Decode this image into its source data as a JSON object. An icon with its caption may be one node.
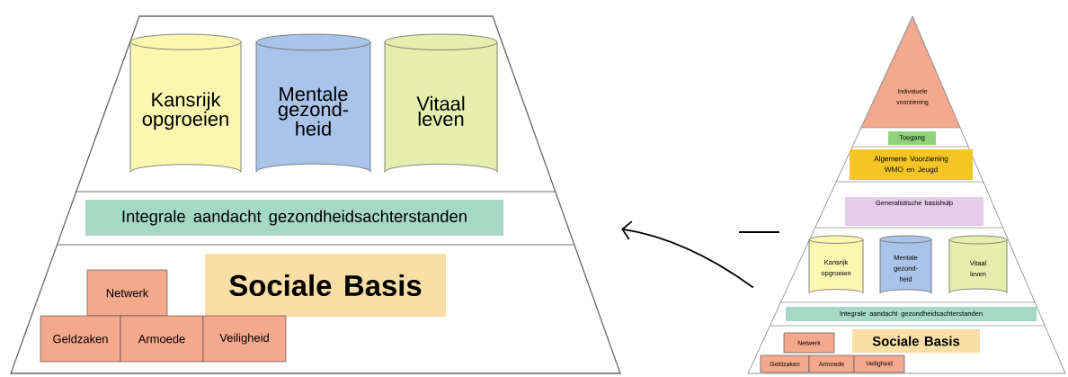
{
  "diagram": {
    "nodes": [
      {
        "text": [],
        "shape": "trapezoid"
      },
      {
        "text": [
          "Kansrijk opgroeien"
        ],
        "in": 0
      },
      {
        "text": [
          "Mentale gezond-heid"
        ],
        "in": 0
      },
      {
        "text": [
          "Vitaal leven"
        ],
        "in": 0
      },
      {
        "text": [
          "Integrale aandacht gezondheidsachterstanden"
        ],
        "in": 0
      },
      {
        "text": [
          "Sociale Basis"
        ],
        "in": 0
      },
      {
        "text": [
          "Netwerk"
        ],
        "in": 0
      },
      {
        "text": [
          "Geldzaken"
        ],
        "in": 0
      },
      {
        "text": [
          "Armoede"
        ],
        "in": 0
      },
      {
        "text": [
          "Veiligheid"
        ],
        "in": 0
      },
      {
        "text": [],
        "shape": "triangle"
      },
      {
        "text": [
          "Individuele voorziening"
        ],
        "in": 10
      },
      {
        "text": [
          "Toegang"
        ],
        "in": 10
      },
      {
        "text": [
          "Algemene Voorziening WMO en Jeugd"
        ],
        "in": 10
      },
      {
        "text": [
          "Generalistische basishulp"
        ],
        "in": 10
      },
      {
        "text": [
          "Kansrijk opgroeien"
        ],
        "in": 10
      },
      {
        "text": [
          "Mentale gezond-heid"
        ],
        "in": 10
      },
      {
        "text": [
          "Vitaal leven"
        ],
        "in": 10
      },
      {
        "text": [
          "Integrale aandacht gezondheidsachterstanden"
        ],
        "in": 10
      },
      {
        "text": [
          "Sociale Basis"
        ],
        "in": 10
      },
      {
        "text": [
          "Netwerk"
        ],
        "in": 10
      },
      {
        "text": [
          "Geldzaken"
        ],
        "in": 10
      },
      {
        "text": [
          "Armoede"
        ],
        "in": 10
      },
      {
        "text": [
          "Veiligheid"
        ],
        "in": 10
      }
    ],
    "edges": [
      {
        "from": 10,
        "to": 0,
        "arrow": "to"
      }
    ]
  }
}
